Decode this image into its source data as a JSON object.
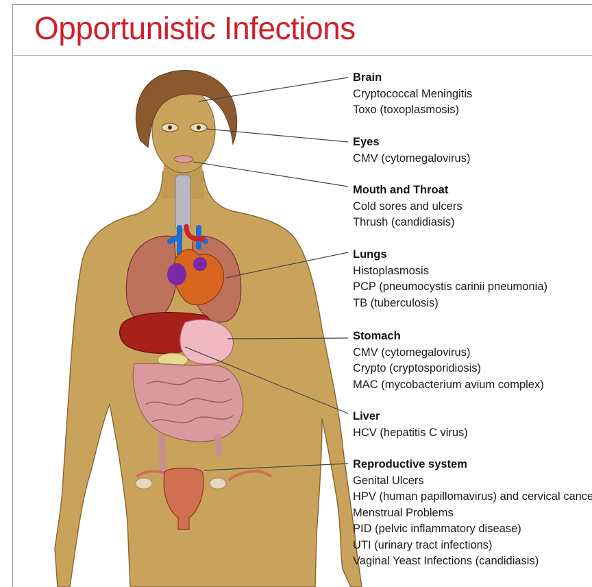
{
  "title": "Opportunistic Infections",
  "colors": {
    "title": "#d0202c",
    "skin": "#c9a35c",
    "hair": "#8a5a2e",
    "organ": "#b04a5a",
    "heart": "#d9661f",
    "liver": "#a8201a"
  },
  "organs": [
    {
      "heading": "Brain",
      "items": [
        "Cryptococcal Meningitis",
        "Toxo (toxoplasmosis)"
      ]
    },
    {
      "heading": "Eyes",
      "items": [
        "CMV (cytomegalovirus)"
      ]
    },
    {
      "heading": "Mouth and Throat",
      "items": [
        "Cold sores and ulcers",
        "Thrush (candidiasis)"
      ]
    },
    {
      "heading": "Lungs",
      "items": [
        "Histoplasmosis",
        "PCP (pneumocystis carinii pneumonia)",
        "TB (tuberculosis)"
      ]
    },
    {
      "heading": "Stomach",
      "items": [
        "CMV (cytomegalovirus)",
        "Crypto (cryptosporidiosis)",
        "MAC (mycobacterium avium complex)"
      ]
    },
    {
      "heading": "Liver",
      "items": [
        "HCV (hepatitis C virus)"
      ]
    },
    {
      "heading": "Reproductive system",
      "items": [
        "Genital Ulcers",
        "HPV (human papillomavirus) and cervical cancer",
        "Menstrual Problems",
        "PID (pelvic inflammatory disease)",
        "UTI (urinary tract infections)",
        "Vaginal Yeast Infections (candidiasis)"
      ]
    }
  ]
}
